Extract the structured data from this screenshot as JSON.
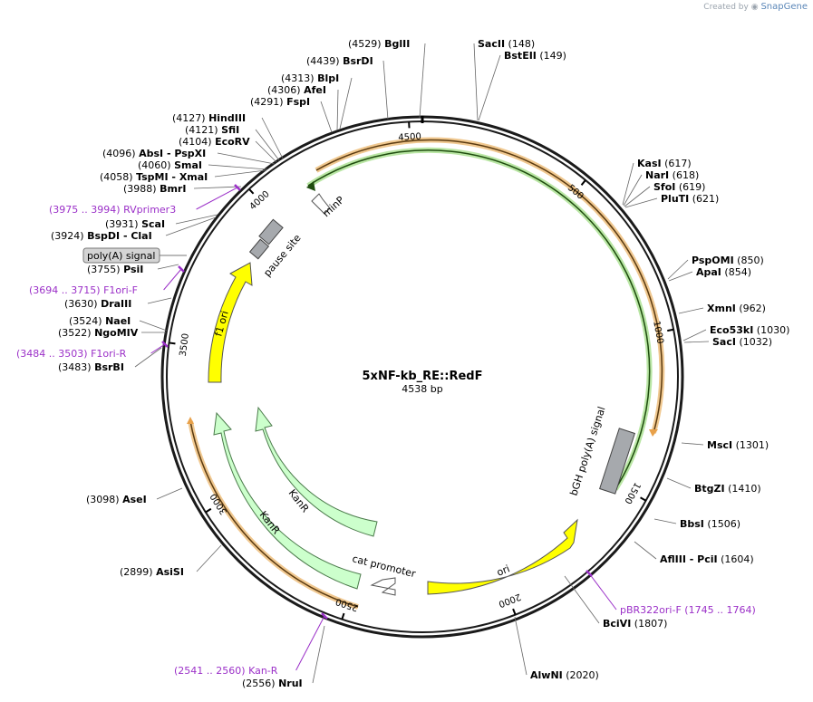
{
  "credit": {
    "prefix": "Created by",
    "brand": "SnapGene"
  },
  "plasmid": {
    "name": "5xNF-kb_RE::RedF",
    "length": "4538 bp"
  },
  "ticks": [
    "500",
    "1000",
    "1500",
    "2000",
    "2500",
    "3000",
    "3500",
    "4000",
    "4500"
  ],
  "features": {
    "minP": "minP",
    "pause_site": "pause site",
    "f1_ori": "f1 ori",
    "bgh": "bGH poly(A) signal",
    "kanr_inner": "KanR",
    "kanr_outer": "KanR",
    "cat_promoter": "cat promoter",
    "ori": "ori",
    "polyA_box": "poly(A) signal"
  },
  "enzymes": [
    {
      "pos": "(4529)",
      "name": "BglII"
    },
    {
      "pos": "(148)",
      "name": "SacII"
    },
    {
      "pos": "(149)",
      "name": "BstEII"
    },
    {
      "pos": "(4439)",
      "name": "BsrDI"
    },
    {
      "pos": "(4313)",
      "name": "BlpI"
    },
    {
      "pos": "(4306)",
      "name": "AfeI"
    },
    {
      "pos": "(4291)",
      "name": "FspI"
    },
    {
      "pos": "(4127)",
      "name": "HindIII"
    },
    {
      "pos": "(4121)",
      "name": "SfiI"
    },
    {
      "pos": "(4104)",
      "name": "EcoRV"
    },
    {
      "pos": "(4096)",
      "name": "AbsI",
      "extra": "- PspXI"
    },
    {
      "pos": "(4060)",
      "name": "SmaI"
    },
    {
      "pos": "(4058)",
      "name": "TspMI",
      "extra": "- XmaI"
    },
    {
      "pos": "(3988)",
      "name": "BmrI"
    },
    {
      "pos": "(3931)",
      "name": "ScaI"
    },
    {
      "pos": "(3924)",
      "name": "BspDI",
      "extra": "- ClaI"
    },
    {
      "pos": "(3755)",
      "name": "PsiI"
    },
    {
      "pos": "(3630)",
      "name": "DraIII"
    },
    {
      "pos": "(3524)",
      "name": "NaeI"
    },
    {
      "pos": "(3522)",
      "name": "NgoMIV"
    },
    {
      "pos": "(3483)",
      "name": "BsrBI"
    },
    {
      "pos": "(3098)",
      "name": "AseI"
    },
    {
      "pos": "(2899)",
      "name": "AsiSI"
    },
    {
      "pos": "(2556)",
      "name": "NruI"
    },
    {
      "pos": "(2020)",
      "name": "AlwNI"
    },
    {
      "pos": "(1807)",
      "name": "BciVI"
    },
    {
      "pos": "(1604)",
      "name": "AflIII",
      "extra": "- PciI"
    },
    {
      "pos": "(1506)",
      "name": "BbsI"
    },
    {
      "pos": "(1410)",
      "name": "BtgZI"
    },
    {
      "pos": "(1301)",
      "name": "MscI"
    },
    {
      "pos": "(1032)",
      "name": "SacI"
    },
    {
      "pos": "(1030)",
      "name": "Eco53kI"
    },
    {
      "pos": "(962)",
      "name": "XmnI"
    },
    {
      "pos": "(854)",
      "name": "ApaI"
    },
    {
      "pos": "(850)",
      "name": "PspOMI"
    },
    {
      "pos": "(621)",
      "name": "PluTI"
    },
    {
      "pos": "(619)",
      "name": "SfoI"
    },
    {
      "pos": "(618)",
      "name": "NarI"
    },
    {
      "pos": "(617)",
      "name": "KasI"
    }
  ],
  "primers": [
    {
      "range": "(3975 .. 3994)",
      "name": "RVprimer3"
    },
    {
      "range": "(3694 .. 3715)",
      "name": "F1ori-F"
    },
    {
      "range": "(3484 .. 3503)",
      "name": "F1ori-R"
    },
    {
      "range": "(2541 .. 2560)",
      "name": "Kan-R"
    },
    {
      "range": "(1745 .. 1764)",
      "name": "pBR322ori-F"
    }
  ],
  "colors": {
    "backbone": "#1a1a1a",
    "orange_arc": "#e8a14a",
    "green_arc": "#79c65a",
    "yellow_feature": "#ffff00",
    "kanr_fill": "#ccffcc",
    "gray_feature": "#a6a9ad",
    "primer": "#9b30c8"
  }
}
